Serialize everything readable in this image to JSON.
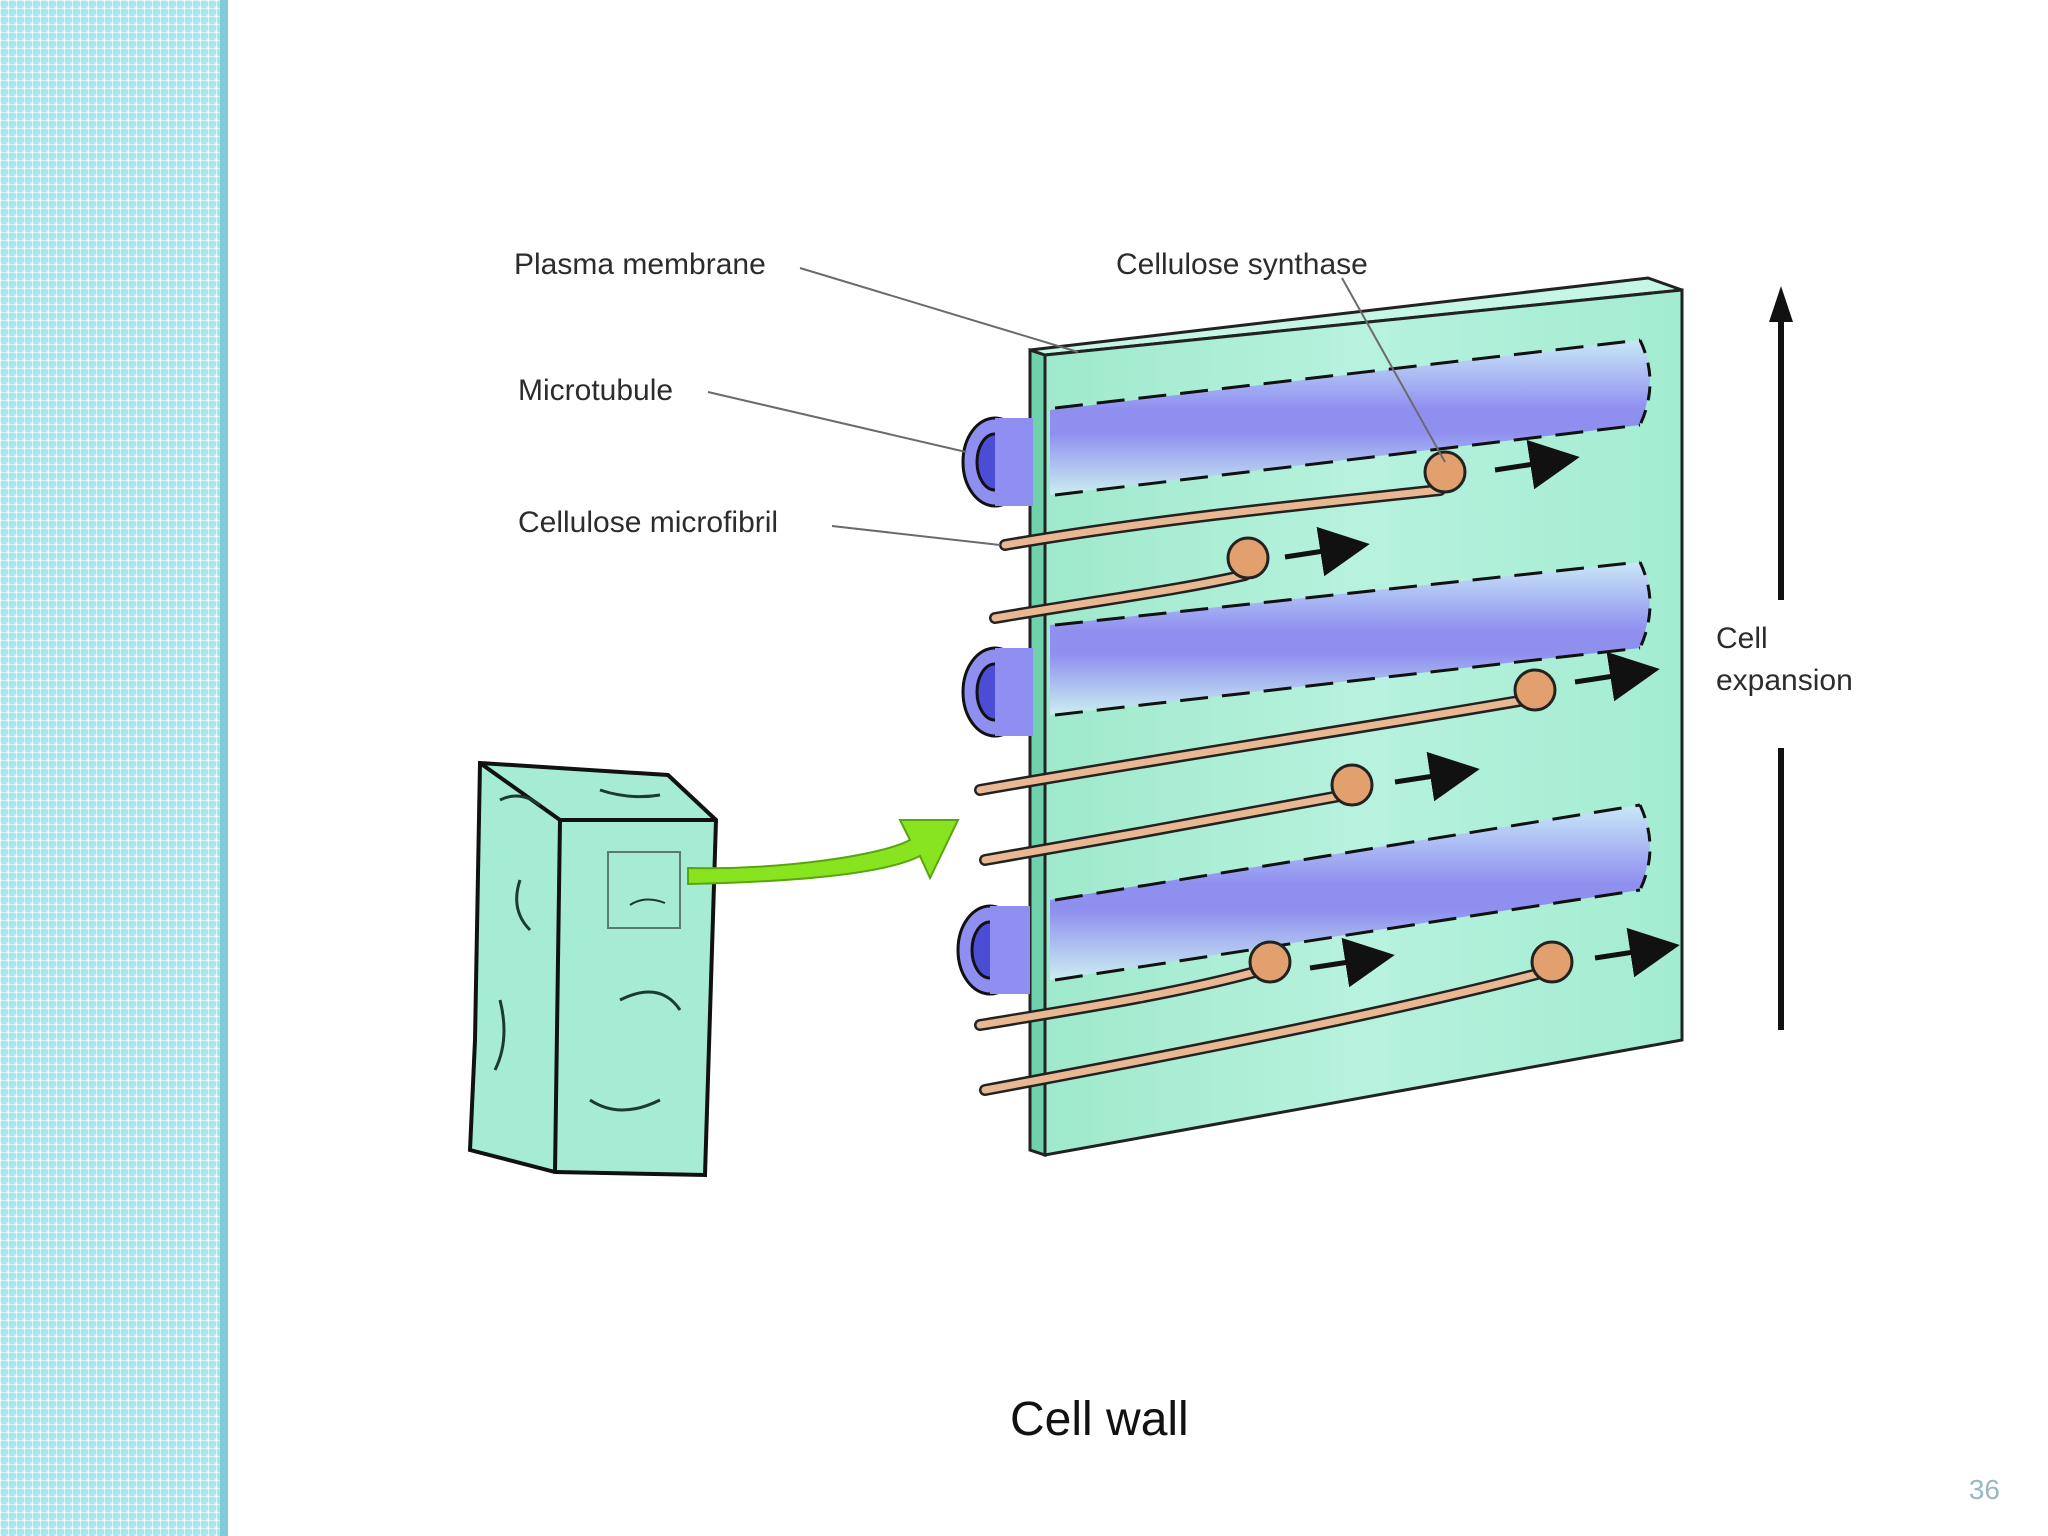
{
  "slide": {
    "caption": "Cell wall",
    "page_number": "36"
  },
  "diagram": {
    "labels": {
      "plasma_membrane": "Plasma membrane",
      "cellulose_synthase": "Cellulose synthase",
      "microtubule": "Microtubule",
      "cellulose_microfibril": "Cellulose microfibril",
      "cell_expansion_line1": "Cell",
      "cell_expansion_line2": "expansion"
    },
    "colors": {
      "membrane": "#a6ecd2",
      "microtubule": "#7d7fe8",
      "microfibril": "#e9b892",
      "synthase": "#e2a06e",
      "zoom_arrow": "#88e41e",
      "sidebar": "#a8e4ec"
    }
  }
}
